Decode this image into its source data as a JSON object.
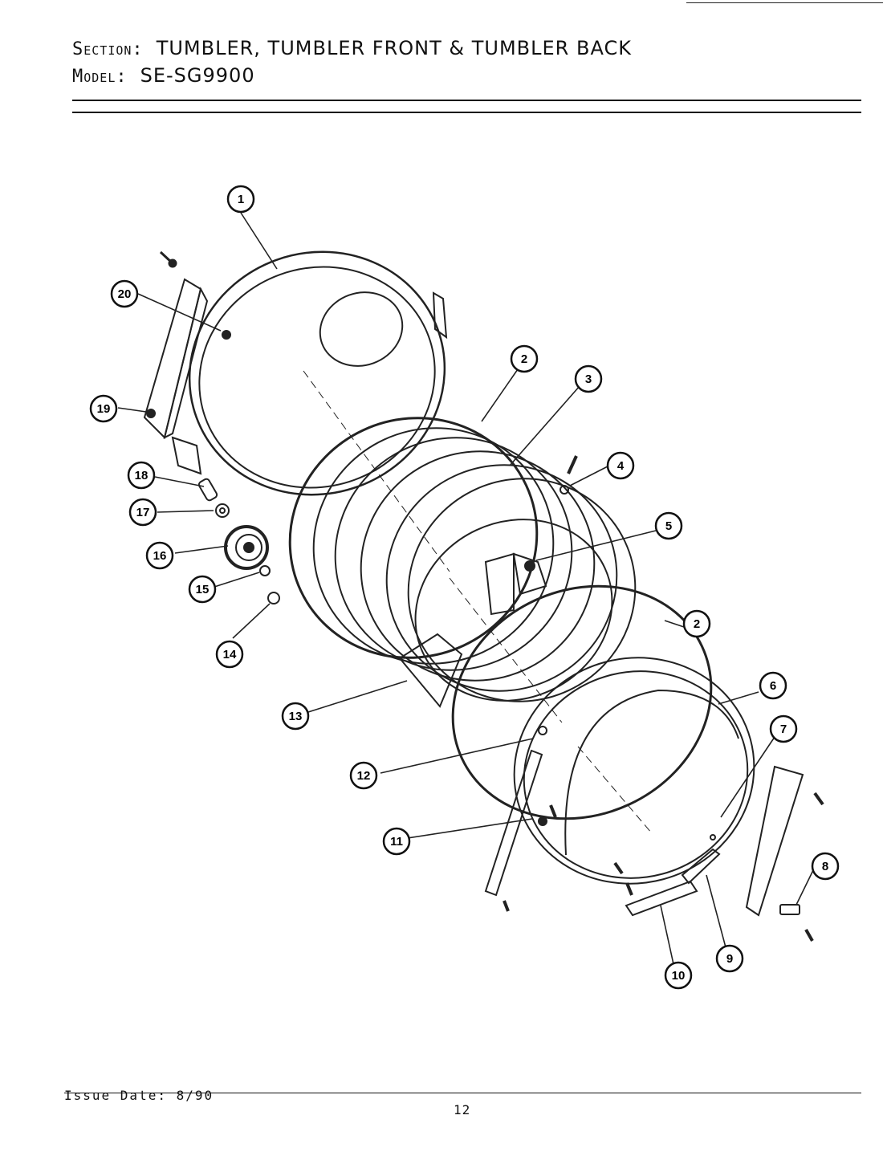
{
  "header": {
    "section_label": "Section:",
    "section_title": "TUMBLER, TUMBLER FRONT & TUMBLER BACK",
    "model_label": "Model:",
    "model_value": "SE-SG9900"
  },
  "footer": {
    "issue_date": "Issue Date: 8/90",
    "page_number": "12"
  },
  "callouts": [
    "1",
    "2",
    "3",
    "4",
    "5",
    "6",
    "7",
    "8",
    "9",
    "10",
    "11",
    "12",
    "13",
    "14",
    "15",
    "16",
    "17",
    "18",
    "19",
    "20"
  ]
}
